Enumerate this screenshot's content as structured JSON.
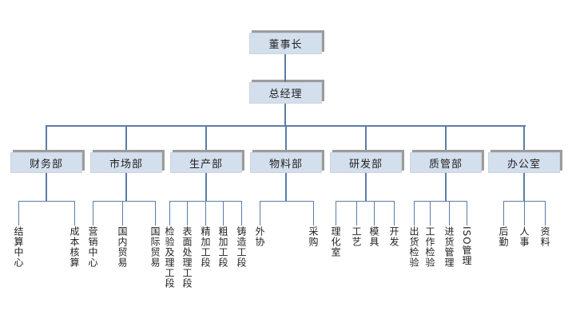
{
  "chart": {
    "type": "org-chart",
    "root": {
      "label": "董事长"
    },
    "gm": {
      "label": "总经理"
    },
    "departments": [
      {
        "label": "财务部",
        "children": [
          "结算中心",
          "成本核算"
        ]
      },
      {
        "label": "市场部",
        "children": [
          "营销中心",
          "国内贸易",
          "国际贸易"
        ]
      },
      {
        "label": "生产部",
        "children": [
          "检验及理工段",
          "表面处理工段",
          "精加工段",
          "粗加工段",
          "铸造工段"
        ]
      },
      {
        "label": "物料部",
        "children": [
          "外协",
          "采购"
        ]
      },
      {
        "label": "研发部",
        "children": [
          "理化室",
          "工艺",
          "模具",
          "开发"
        ]
      },
      {
        "label": "质管部",
        "children": [
          "出货检验",
          "工作检验",
          "进货管理",
          "ISO管理"
        ]
      },
      {
        "label": "办公室",
        "children": [
          "后勤",
          "人事",
          "资料"
        ]
      }
    ],
    "colors": {
      "node_fill": "#d4dfee",
      "node_border": "#ccd3df",
      "node_shadow": "#9c9c9c",
      "connector": "#5b7da5",
      "text": "#1f1f1f",
      "background": "#ffffff"
    }
  }
}
